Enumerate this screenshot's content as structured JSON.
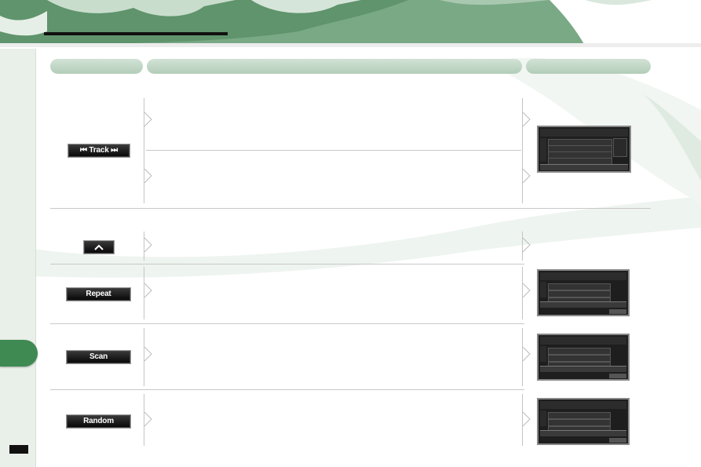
{
  "buttons": {
    "track": "⏮ Track ⏭",
    "up": "^",
    "repeat": "Repeat",
    "scan": "Scan",
    "random": "Random"
  },
  "colors": {
    "accent_green": "#3f8a52",
    "header_green": "#6fa17a",
    "column_header": "#c2d8c7"
  },
  "icons": [
    "chevron-right-icon",
    "up-arrow-icon"
  ]
}
